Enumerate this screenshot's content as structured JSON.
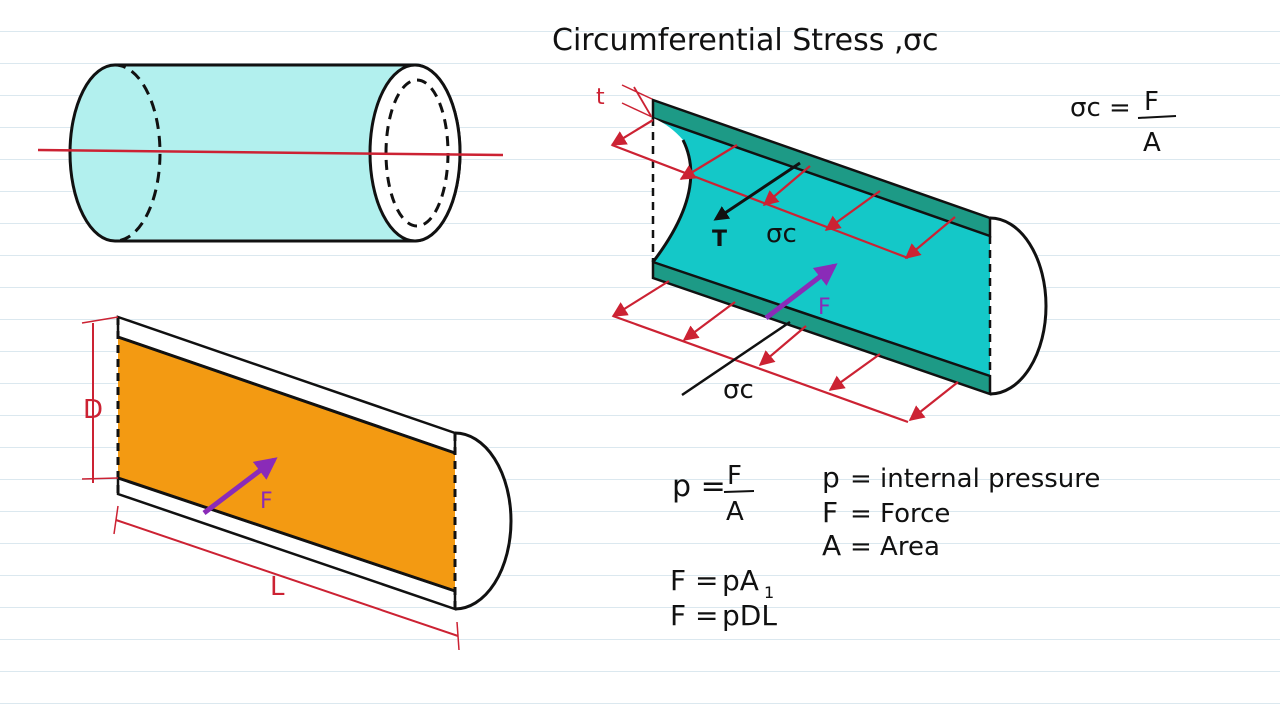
{
  "title": {
    "main": "Circumferential Stress ,",
    "sym": "σc"
  },
  "colors": {
    "cylinder": "#b2f0ee",
    "pipe_inner": "#14c8c8",
    "pipe_wall": "#1d9a86",
    "half": "#f39a12",
    "red": "#cc2233",
    "purple": "#8a2bb8",
    "ink": "#111111"
  },
  "left_diagram": {
    "dim_D": "D",
    "dim_L": "L",
    "force": "F"
  },
  "right_diagram": {
    "dim_t": "t",
    "tension": "T",
    "stress_top": "σc",
    "stress_bottom": "σc",
    "force": "F"
  },
  "formula_sigma": {
    "lhs": "σc =",
    "num": "F",
    "den": "A"
  },
  "formula_p": {
    "lhs": "p =",
    "num": "F",
    "den": "A"
  },
  "legend": [
    {
      "sym": "p",
      "desc": "= internal pressure"
    },
    {
      "sym": "F",
      "desc": "= Force"
    },
    {
      "sym": "A",
      "desc": "= Area"
    }
  ],
  "equations": [
    {
      "lhs": "F =",
      "rhs": "pA",
      "sub": "1"
    },
    {
      "lhs": "F =",
      "rhs": "pDL",
      "sub": ""
    }
  ]
}
